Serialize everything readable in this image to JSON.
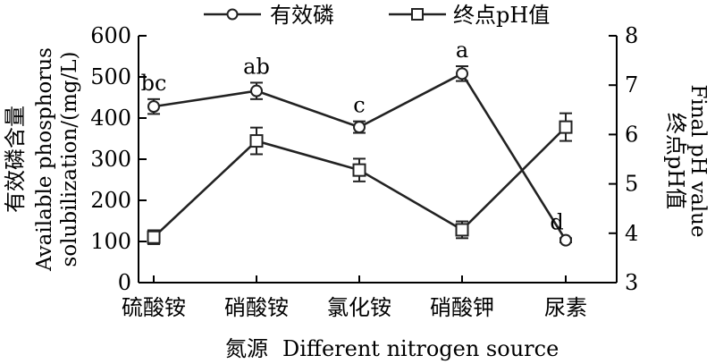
{
  "chart_data": {
    "type": "line",
    "categories": [
      "硫酸铵",
      "硝酸铵",
      "氯化铵",
      "硝酸钾",
      "尿素"
    ],
    "xlabel_cn": "氮源",
    "xlabel_en": "Different nitrogen source",
    "ylabel_left_cn": "有效磷含量",
    "ylabel_left_en_line1": "Available phosphorus",
    "ylabel_left_en_line2": "solubilization/(mg/L)",
    "ylabel_right_cn": "终点pH值",
    "ylabel_right_en": "Final pH value",
    "ylim_left": [
      0,
      600
    ],
    "yticks_left": [
      0,
      100,
      200,
      300,
      400,
      500,
      600
    ],
    "ylim_right": [
      3,
      8
    ],
    "yticks_right": [
      3,
      4,
      5,
      6,
      7,
      8
    ],
    "legend_placement": "top-center",
    "grid": false,
    "series": [
      {
        "name": "有效磷",
        "axis": "left",
        "marker": "circle",
        "values": [
          428,
          466,
          378,
          508,
          103
        ],
        "errors": [
          18,
          20,
          14,
          18,
          5
        ],
        "annotations": [
          "bc",
          "ab",
          "c",
          "a",
          "d"
        ]
      },
      {
        "name": "终点pH值",
        "axis": "right",
        "marker": "square",
        "values": [
          3.92,
          5.87,
          5.28,
          4.07,
          6.15
        ],
        "errors": [
          0.14,
          0.27,
          0.23,
          0.17,
          0.28
        ]
      }
    ]
  }
}
